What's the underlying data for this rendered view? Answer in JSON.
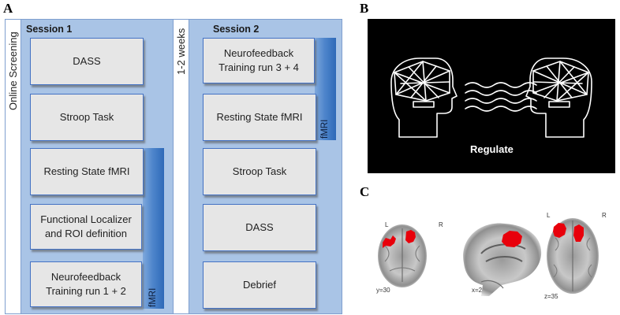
{
  "panel_letters": {
    "a": "A",
    "b": "B",
    "c": "C"
  },
  "panel_a": {
    "online_screening": "Online Screening",
    "interval": "1-2 weeks",
    "session1": {
      "title": "Session 1",
      "steps": [
        "DASS",
        "Stroop Task",
        "Resting State fMRI",
        "Functional Localizer and ROI definition",
        "Neurofeedback Training run 1 + 2"
      ],
      "fmri_label": "fMRI"
    },
    "session2": {
      "title": "Session 2",
      "steps": [
        "Neurofeedback Training run 3 + 4",
        "Resting State fMRI",
        "Stroop Task",
        "DASS",
        "Debrief"
      ],
      "fmri_label": "fMRI"
    }
  },
  "panel_b": {
    "caption": "Regulate"
  },
  "panel_c": {
    "left_label": "L",
    "right_label": "R",
    "coronal_caption": "y=30",
    "sagittal_caption": "x=2",
    "axial_caption": "z=35"
  },
  "colors": {
    "session_bg": "#a9c4e6",
    "box_fill": "#e6e6e6",
    "box_border": "#4472c4",
    "fmri_bar": "#2e69b8",
    "activation": "#e8000b"
  }
}
